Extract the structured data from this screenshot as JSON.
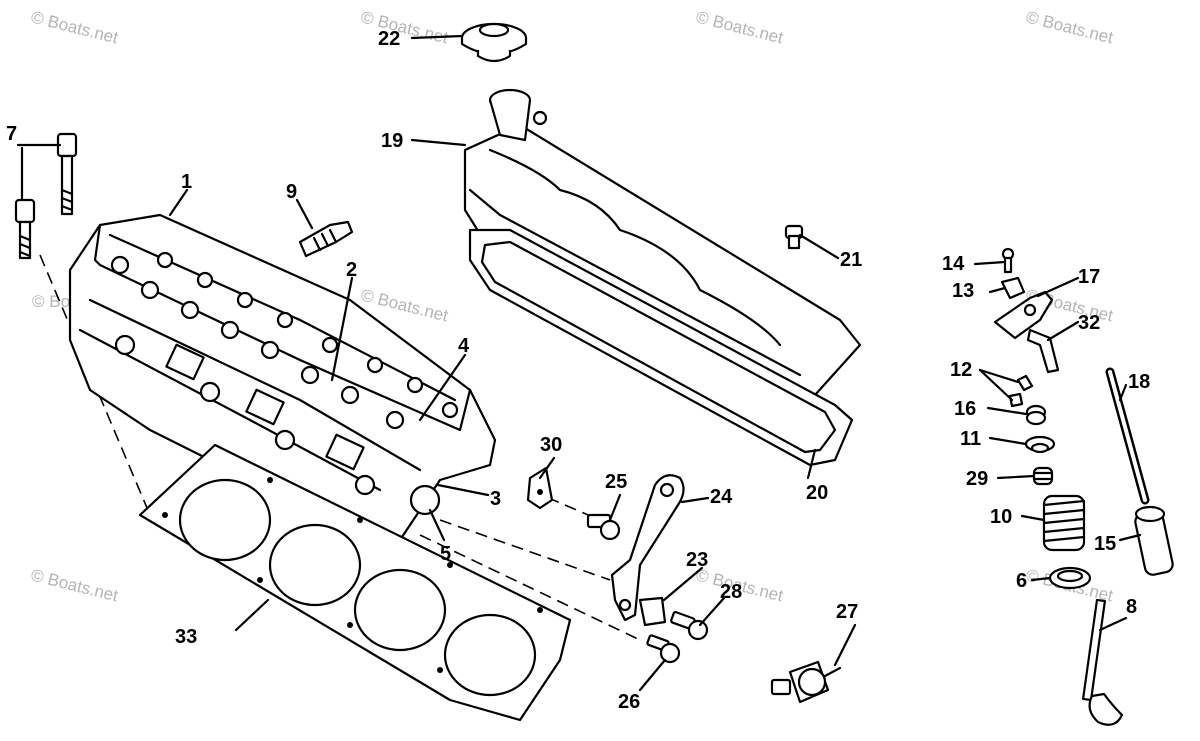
{
  "watermark": "© Boats.net",
  "labels": {
    "l1": "1",
    "l2": "2",
    "l3": "3",
    "l4": "4",
    "l5": "5",
    "l6": "6",
    "l7": "7",
    "l8": "8",
    "l9": "9",
    "l10": "10",
    "l11": "11",
    "l12": "12",
    "l13": "13",
    "l14": "14",
    "l15": "15",
    "l16": "16",
    "l17": "17",
    "l18": "18",
    "l19": "19",
    "l20": "20",
    "l21": "21",
    "l22": "22",
    "l23": "23",
    "l24": "24",
    "l25": "25",
    "l26": "26",
    "l27": "27",
    "l28": "28",
    "l29": "29",
    "l30": "30",
    "l32": "32",
    "l33": "33"
  }
}
